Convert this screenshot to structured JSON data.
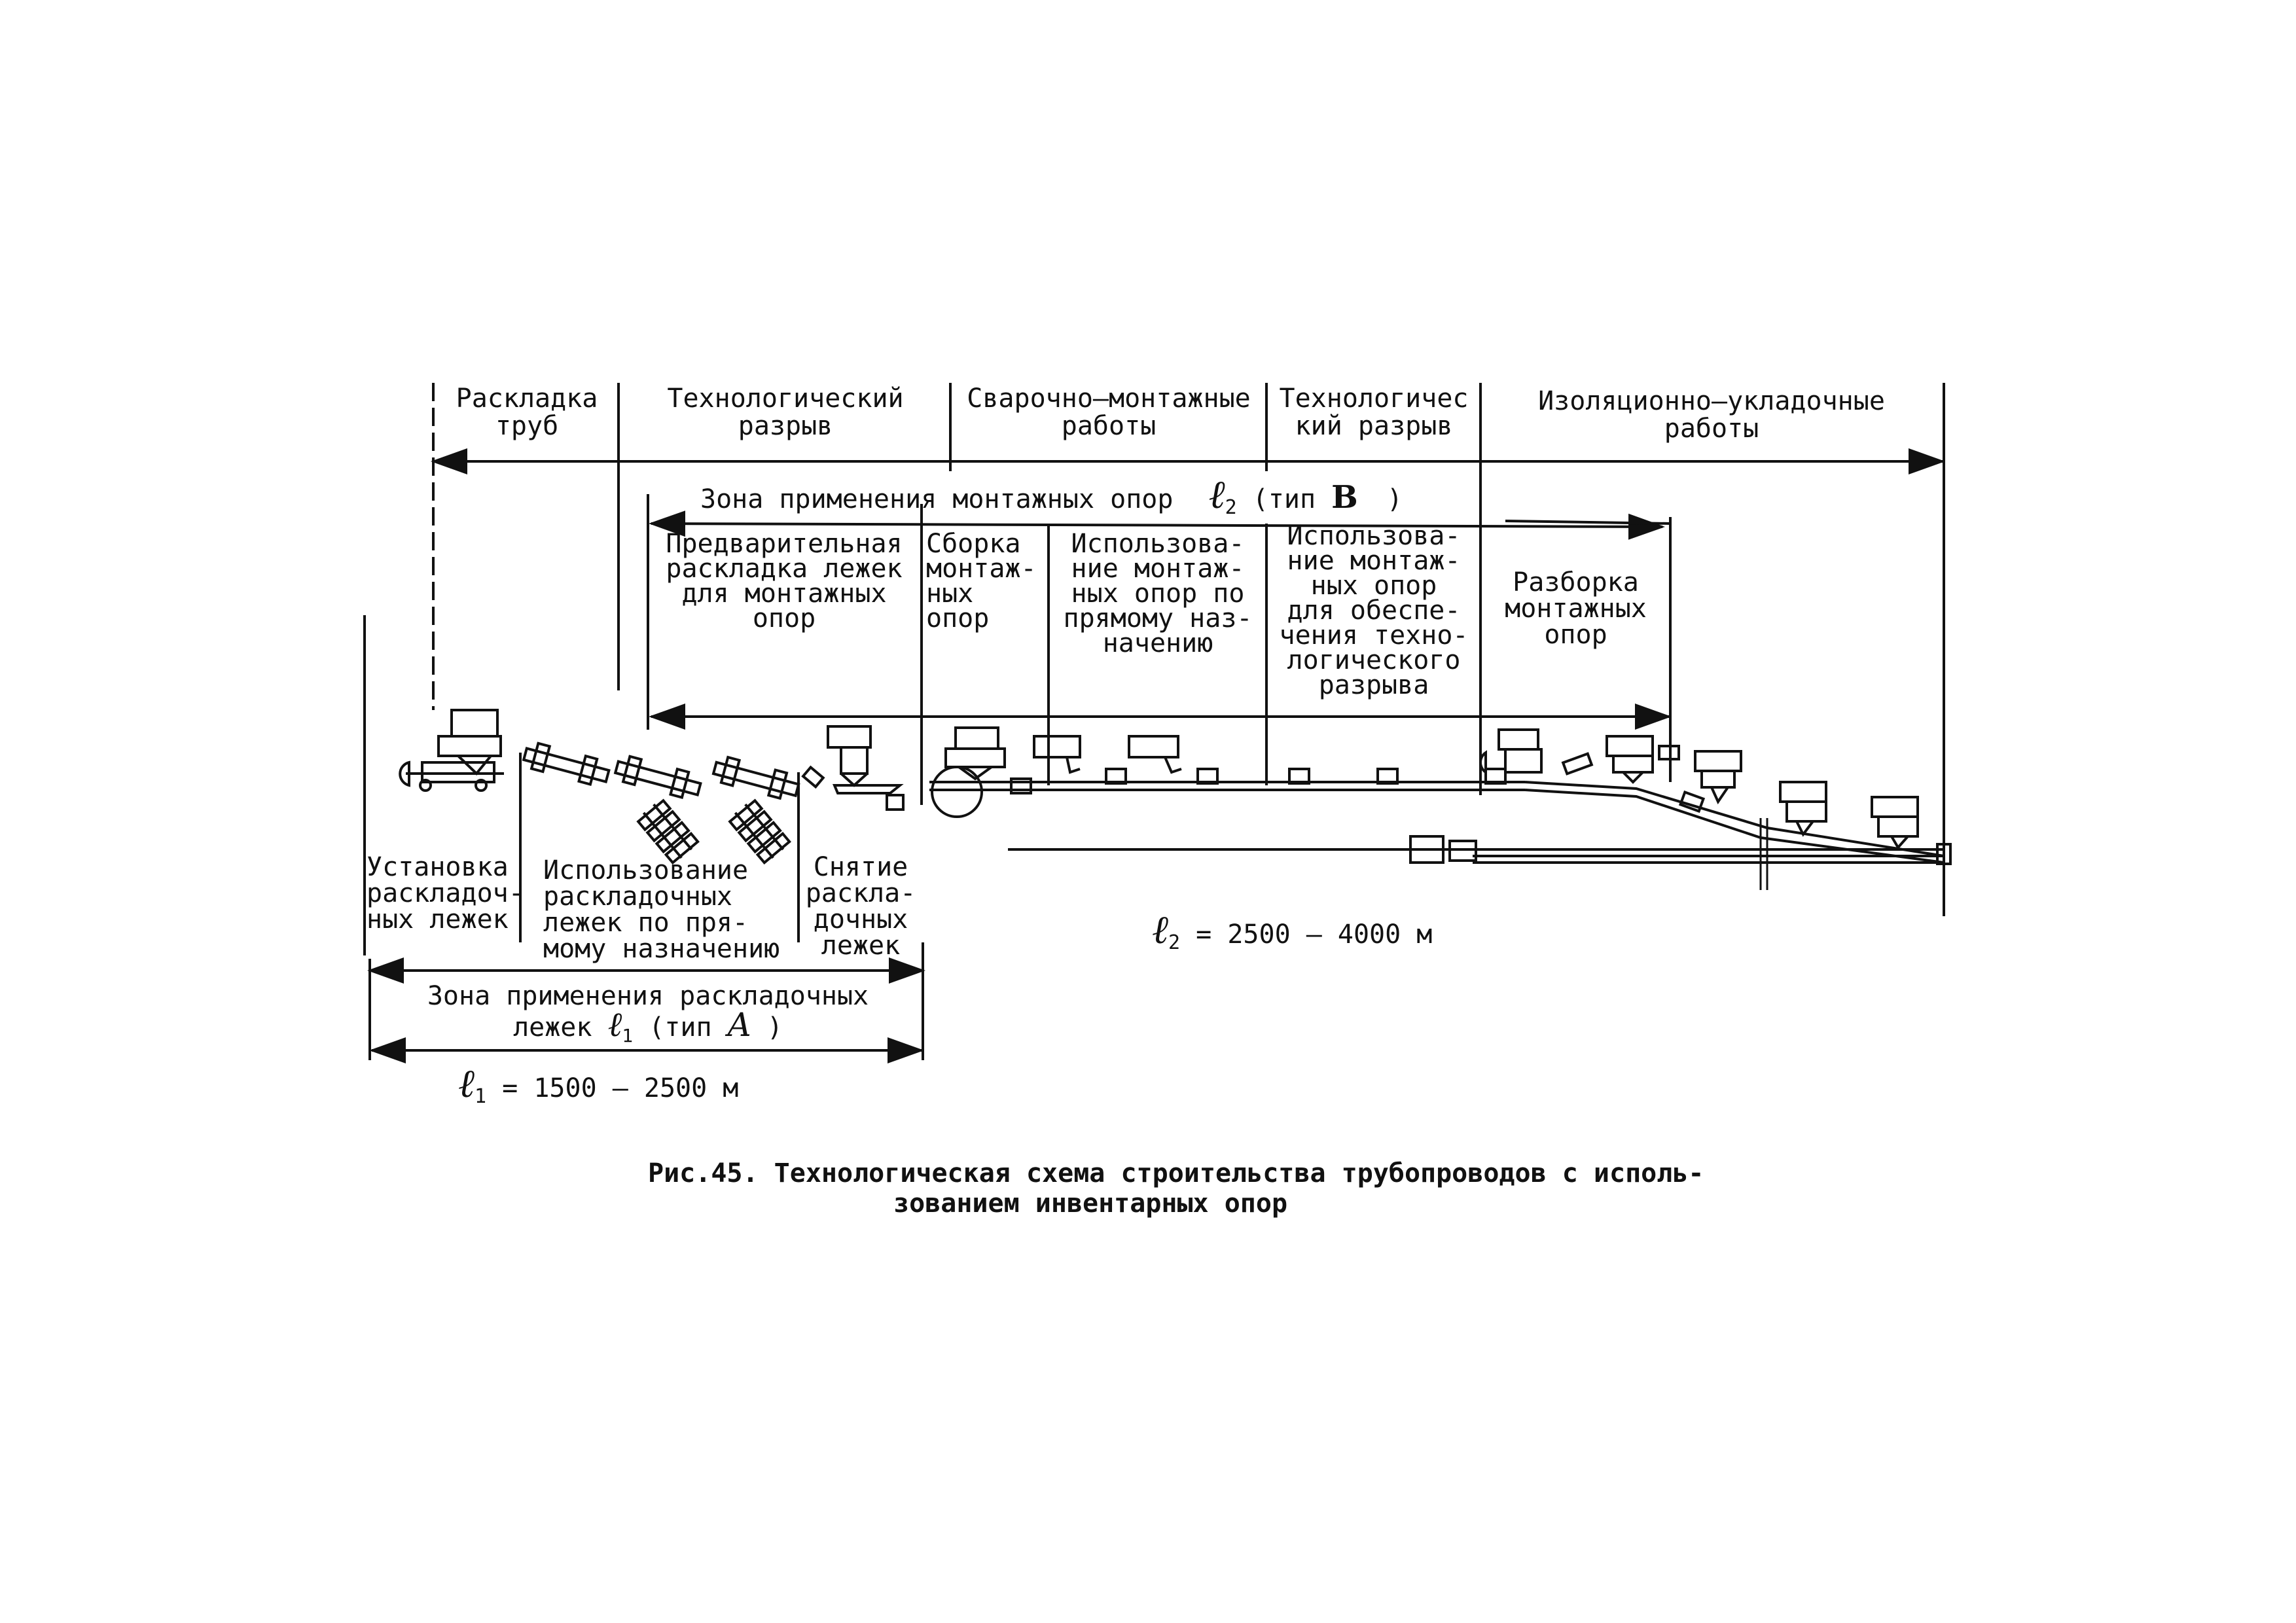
{
  "stages": {
    "pipe_layout": [
      "Раскладка",
      "труб"
    ],
    "tech_gap_1": [
      "Технологический",
      "разрыв"
    ],
    "welding": [
      "Сварочно–монтажные",
      "работы"
    ],
    "tech_gap_2": [
      "Технологичес",
      "кий разрыв"
    ],
    "insulation": [
      "Изоляционно–укладочные",
      "работы"
    ]
  },
  "zone_b": {
    "text": "Зона применения монтажных опор",
    "symbol": "ℓ",
    "subscript": "2",
    "type_text": "(тип",
    "type_letter": "B",
    "close": ")"
  },
  "zone_b_steps": {
    "preliminary": [
      "Предварительная",
      "раскладка лежек",
      "для монтажных",
      "опор"
    ],
    "assembly": [
      "Сборка",
      "монтаж-",
      "ных",
      "опор"
    ],
    "use_direct": [
      "Использова-",
      "ние монтаж-",
      "ных опор по",
      "прямому наз-",
      "начению"
    ],
    "use_gap": [
      "Использова-",
      "ние монтаж-",
      "ных опор",
      "для обеспе-",
      "чения техно-",
      "логического",
      "разрыва"
    ],
    "disassembly": [
      "Разборка",
      "монтажных",
      "опор"
    ]
  },
  "zone_a_steps": {
    "install": [
      "Установка",
      "раскладоч-",
      "ных лежек"
    ],
    "use": [
      "Использование",
      "раскладочных",
      "лежек по пря-",
      "мому назначению"
    ],
    "removal": [
      "Снятие",
      "раскла-",
      "дочных",
      "лежек"
    ]
  },
  "zone_a": {
    "line1": "Зона применения раскладочных",
    "line2_prefix": "лежек",
    "symbol": "ℓ",
    "subscript": "1",
    "type_text": "(тип",
    "type_letter": "A",
    "close": ")"
  },
  "length_1": {
    "symbol": "ℓ",
    "subscript": "1",
    "text": "= 1500 – 2500 м"
  },
  "length_2": {
    "symbol": "ℓ",
    "subscript": "2",
    "text": "= 2500 – 4000 м"
  },
  "caption": {
    "line1": "Рис.45. Технологическая схема строительства трубопроводов с исполь-",
    "line2": "зованием инвентарных опор"
  }
}
